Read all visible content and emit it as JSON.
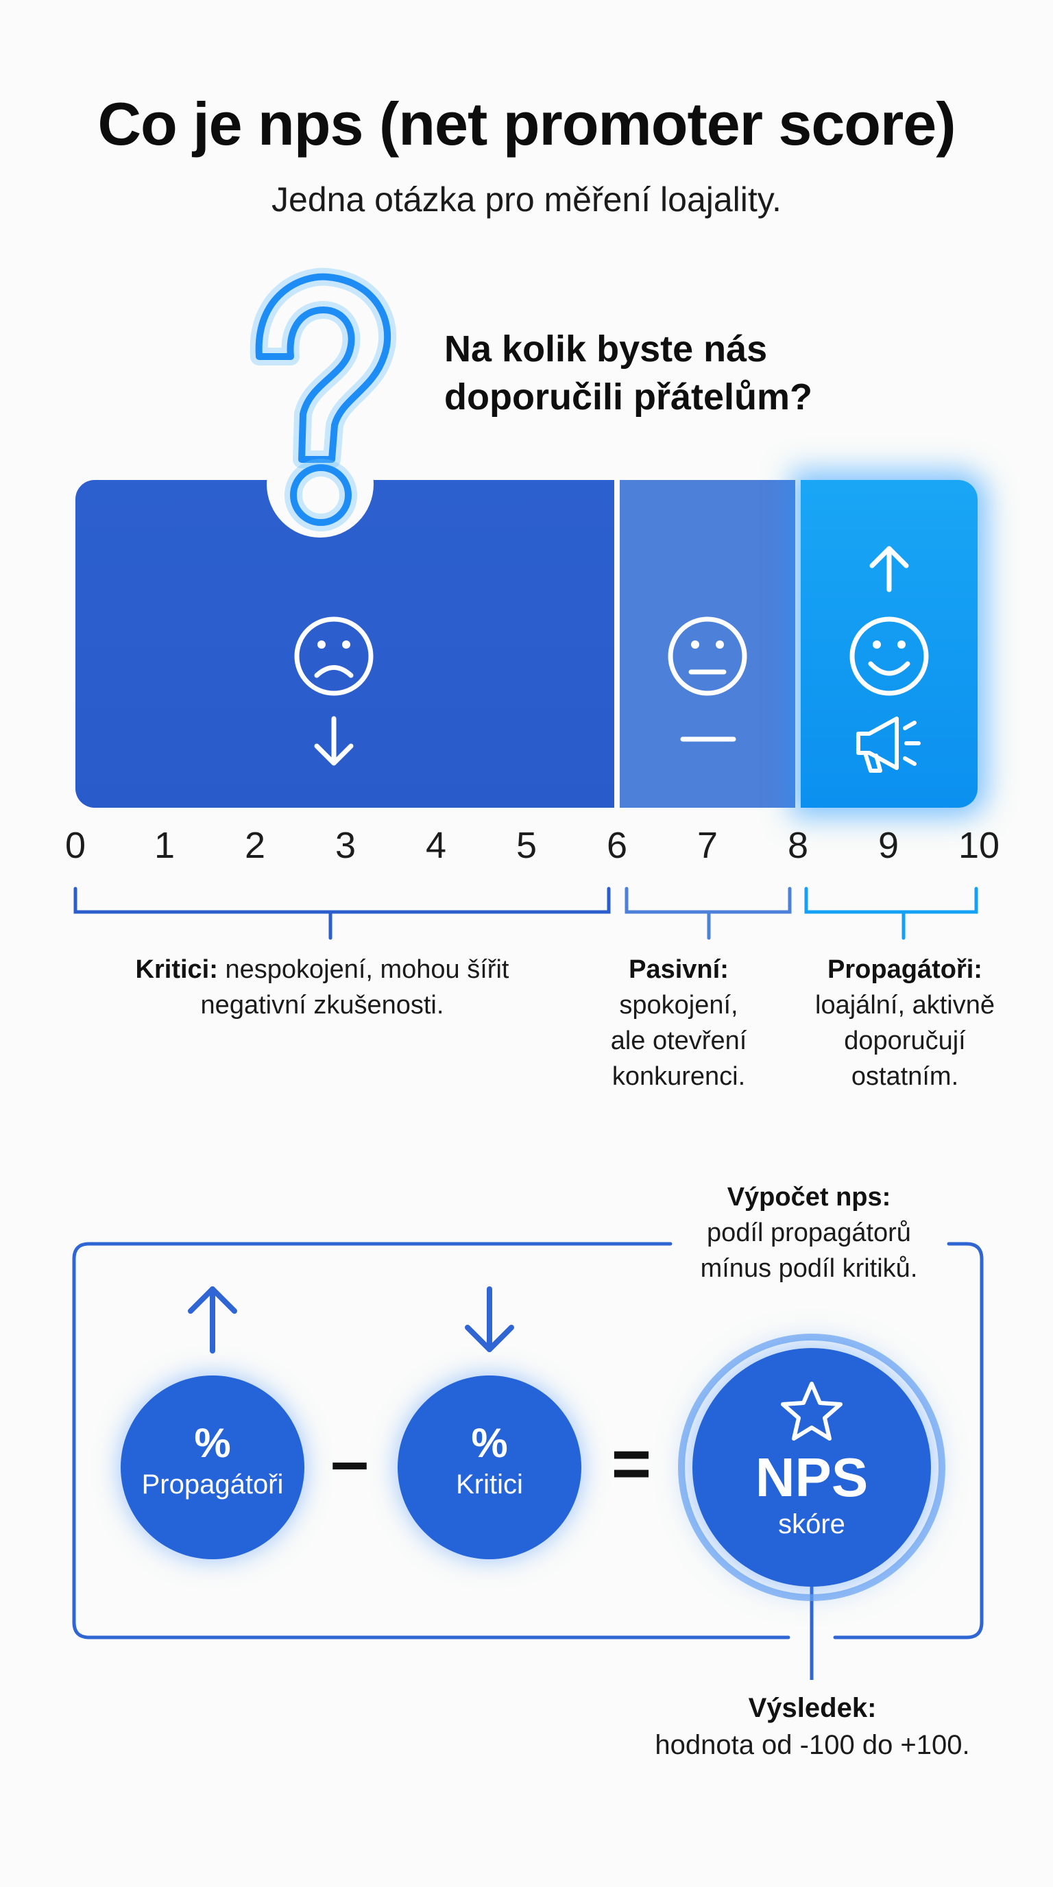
{
  "header": {
    "title": "Co je nps (net promoter score)",
    "subtitle": "Jedna otázka pro měření loajality."
  },
  "question": {
    "line1": "Na kolik byste nás",
    "line2": "doporučili přátelům?"
  },
  "scale": {
    "numbers": [
      "0",
      "1",
      "2",
      "3",
      "4",
      "5",
      "6",
      "7",
      "8",
      "9",
      "10"
    ]
  },
  "segments": {
    "critics": {
      "label": "Kritici:",
      "text_line1": "nespokojení, mohou šířit",
      "text_line2": "negativní zkušenosti."
    },
    "passive": {
      "label": "Pasivní:",
      "text_line1": "spokojení,",
      "text_line2": "ale otevření",
      "text_line3": "konkurenci."
    },
    "promoters": {
      "label": "Propagátoři:",
      "text_line1": "loajální, aktivně",
      "text_line2": "doporučují",
      "text_line3": "ostatním."
    }
  },
  "formula": {
    "title": "Výpočet nps:",
    "line1": "podíl propagátorů",
    "line2": "mínus podíl kritiků.",
    "percent": "%",
    "promoters_label": "Propagátoři",
    "critics_label": "Kritici",
    "minus": "–",
    "equals": "=",
    "nps": "NPS",
    "score": "skóre"
  },
  "result": {
    "title": "Výsledek:",
    "text": "hodnota od -100 do +100."
  },
  "colors": {
    "critics": "#2b5dcd",
    "passive": "#4d80d9",
    "promoters": "#139cf3",
    "line": "#2f66d4",
    "circle": "#2563d8"
  },
  "icons": {
    "question": "question-mark-icon",
    "critics": "sad-face-icon",
    "passive": "neutral-face-icon",
    "promoters": "happy-face-icon",
    "megaphone": "megaphone-icon",
    "star": "star-icon"
  }
}
